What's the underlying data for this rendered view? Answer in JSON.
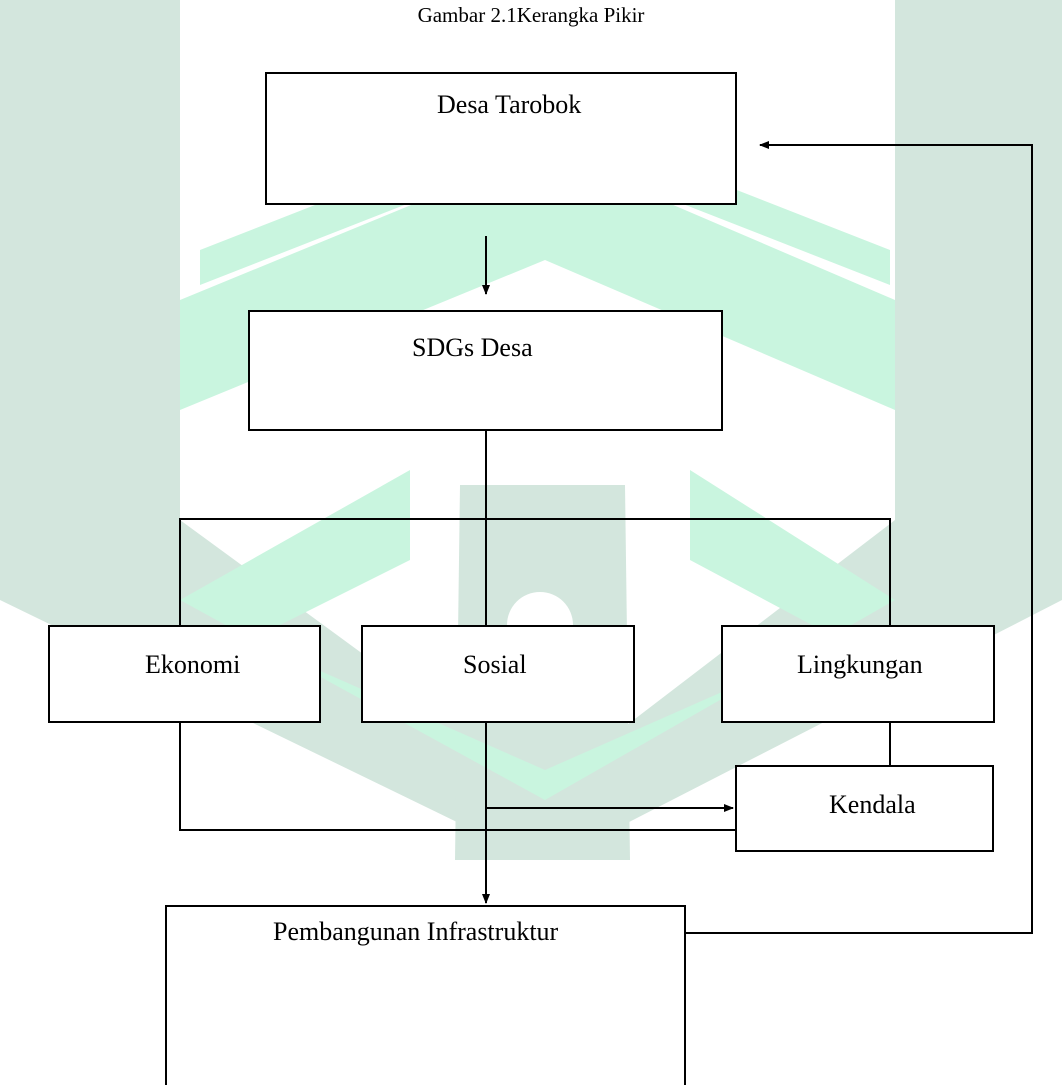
{
  "caption": "Gambar  2.1Kerangka Pikir",
  "nodes": {
    "desa_tarobok": "Desa Tarobok",
    "sdgs_desa": "SDGs Desa",
    "ekonomi": "Ekonomi",
    "sosial": "Sosial",
    "lingkungan": "Lingkungan",
    "kendala": "Kendala",
    "pembangunan": "Pembangunan Infrastruktur"
  },
  "colors": {
    "line": "#000000",
    "watermark_dark": "#d3e6dd",
    "watermark_light": "#c9f5df"
  }
}
